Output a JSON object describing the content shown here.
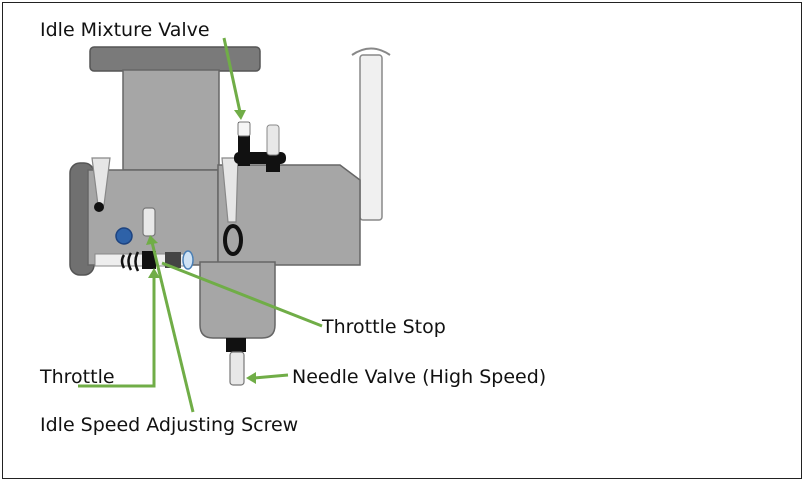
{
  "labels": {
    "idle_mixture_valve": "Idle Mixture Valve",
    "throttle_stop": "Throttle Stop",
    "throttle": "Throttle",
    "needle_valve": "Needle Valve (High Speed)",
    "idle_speed_screw": "Idle Speed Adjusting Screw"
  },
  "colors": {
    "body": "#a6a6a6",
    "body_dark": "#6e6e6e",
    "outline": "#555555",
    "leader": "#70ad47",
    "black": "#111111",
    "knob": "#2e62a8"
  }
}
